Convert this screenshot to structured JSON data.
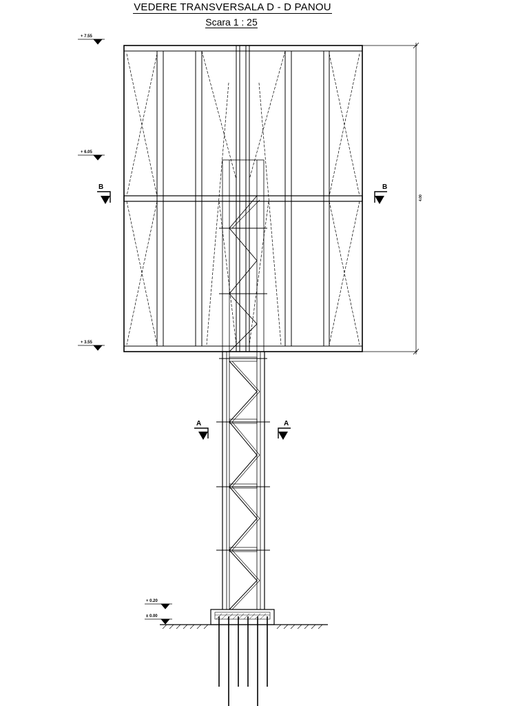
{
  "drawing": {
    "title": "VEDERE TRANSVERSALA D - D  PANOU",
    "scale": "Scara  1 : 25"
  },
  "levels": [
    {
      "label": "+ 7.55"
    },
    {
      "label": "+ 6.05"
    },
    {
      "label": "+ 3.55"
    },
    {
      "label": "+ 0.20"
    },
    {
      "label": "± 0.00"
    }
  ],
  "section_marks": {
    "b_left": "B",
    "b_right": "B",
    "a_left": "A",
    "a_right": "A"
  },
  "dimension": {
    "height_label": "4.00"
  }
}
